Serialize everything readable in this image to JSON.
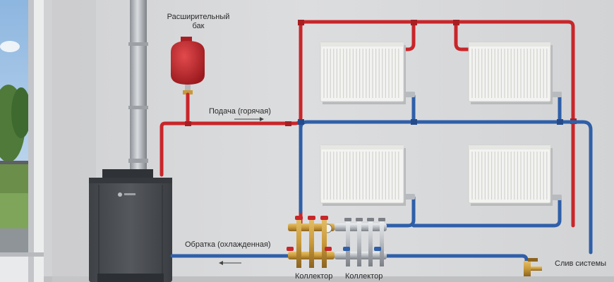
{
  "labels": {
    "expansion_tank": "Расширительный\nбак",
    "supply": "Подача (горячая)",
    "return": "Обратка (охлажденная)",
    "manifold_supply": "Коллектор",
    "manifold_return": "Коллектор",
    "drain": "Слив системы"
  },
  "colors": {
    "hot_pipe": "#c8262a",
    "cold_pipe": "#2f5fa8",
    "wall": "#d7d8da",
    "boiler": "#4a4d52",
    "radiator": "#f3f3f1",
    "brass": "#c99a3a",
    "tank": "#c7242a"
  },
  "icons": {
    "supply_flow": "arrow-right-icon",
    "return_flow": "arrow-left-icon",
    "boiler_logo": "brand-logo-icon"
  },
  "radiators": [
    {
      "name": "radiator-top-left"
    },
    {
      "name": "radiator-top-right"
    },
    {
      "name": "radiator-bottom-left"
    },
    {
      "name": "radiator-bottom-right"
    }
  ]
}
